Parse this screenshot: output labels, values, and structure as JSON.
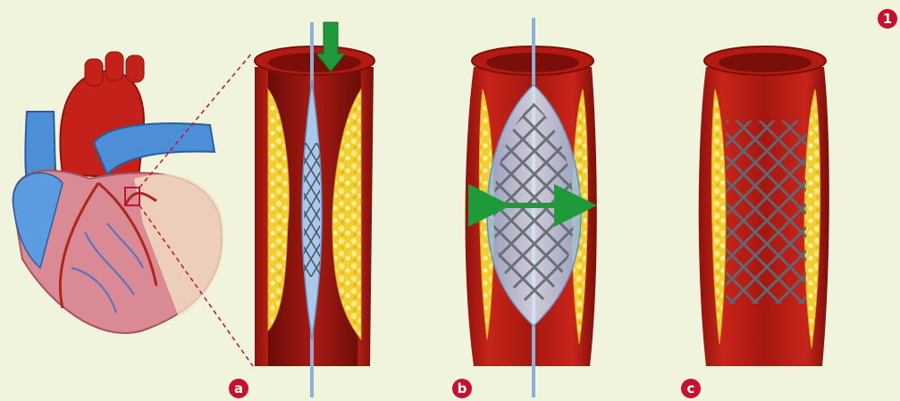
{
  "figure": {
    "number": "1",
    "colors": {
      "background": "#f0f4dc",
      "badge": "#c8102e",
      "vessel_wall": "#b31b12",
      "vessel_dark": "#7a0f0a",
      "plaque": "#f3d23a",
      "stent": "#6f7780",
      "balloon": "#a9c9ea",
      "arrow": "#1f9a3a",
      "heart_muscle": "#d98a94",
      "vein_blue": "#4d8fd6",
      "aorta_red": "#c4211b"
    }
  },
  "panels": [
    {
      "label": "a",
      "icon": "catheter-with-collapsed-stent"
    },
    {
      "label": "b",
      "icon": "balloon-expanded-stent"
    },
    {
      "label": "c",
      "icon": "implanted-stent"
    }
  ]
}
